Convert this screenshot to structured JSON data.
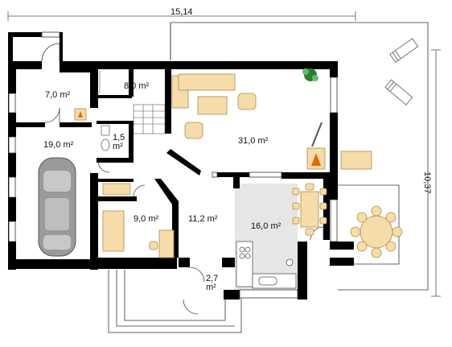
{
  "dimensions": {
    "width_label": "15,14",
    "depth_label": "10,37"
  },
  "rooms": [
    {
      "id": "boiler",
      "area": "7,0 m²"
    },
    {
      "id": "stair-hall",
      "area": "8,0 m²"
    },
    {
      "id": "living-room",
      "area": "31,0 m²"
    },
    {
      "id": "garage",
      "area": "19,0 m²"
    },
    {
      "id": "wc",
      "area": "1,5 m²"
    },
    {
      "id": "study",
      "area": "9,0 m²"
    },
    {
      "id": "hall",
      "area": "11,2 m²"
    },
    {
      "id": "kitchen-dining",
      "area": "16,0 m²"
    },
    {
      "id": "vestibule",
      "area": "2,7 m²"
    }
  ],
  "colors": {
    "wall": "#000000",
    "floor_kitchen": "#e6e6e6",
    "furniture": "#f5dcaa",
    "furniture_stroke": "#b08a4a",
    "car": "#9a9a9a",
    "plant": "#2e7d32"
  },
  "icons": [
    "dimension-arrow",
    "car-icon",
    "plant-icon",
    "sunbed-icon",
    "dining-table-icon",
    "sofa-icon",
    "fireplace-icon"
  ]
}
